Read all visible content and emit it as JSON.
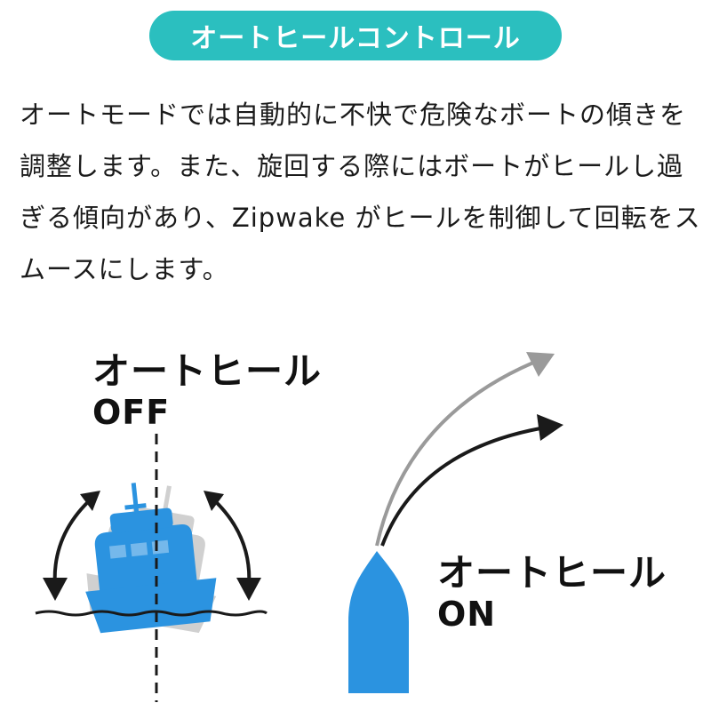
{
  "header": {
    "title": "オートヒールコントロール"
  },
  "description": {
    "text": "オートモードでは自動的に不快で危険なボートの傾きを調整します。また、旋回する際にはボートがヒールし過ぎる傾向があり、Zipwake がヒールを制御して回転をスムースにします。"
  },
  "illustration": {
    "off_label": {
      "title": "オートヒール",
      "state": "OFF"
    },
    "on_label": {
      "title": "オートヒール",
      "state": "ON"
    }
  },
  "colors": {
    "accent": "#2bbfbf",
    "boat_blue": "#2b93e0",
    "boat_shadow": "#d0d0d0",
    "arrow_dark": "#1a1a1a",
    "arrow_gray": "#9a9a9a"
  }
}
